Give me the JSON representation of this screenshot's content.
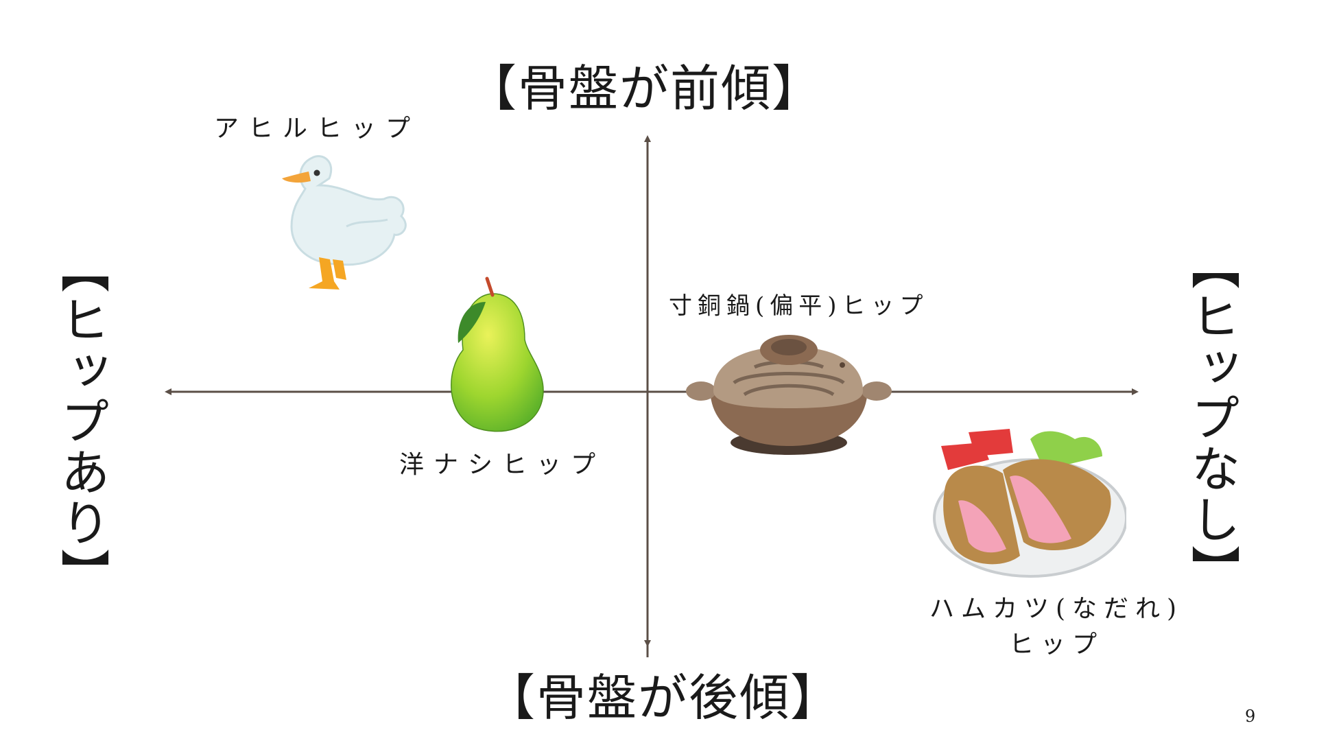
{
  "slide": {
    "axis_top": "【骨盤が前傾】",
    "axis_bottom": "【骨盤が後傾】",
    "axis_left": "【ヒップあり】",
    "axis_right": "【ヒップなし】",
    "items": [
      {
        "label": "アヒルヒップ",
        "icon": "duck"
      },
      {
        "label": "洋ナシヒップ",
        "icon": "pear"
      },
      {
        "label": "寸銅鍋(偏平)ヒップ",
        "icon": "clay-pot"
      },
      {
        "label_line1": "ハムカツ(なだれ)",
        "label_line2": "ヒップ",
        "icon": "ham-cutlet"
      }
    ],
    "page_number": "9",
    "colors": {
      "axis": "#5b4f47",
      "text": "#1a1a1a"
    }
  }
}
